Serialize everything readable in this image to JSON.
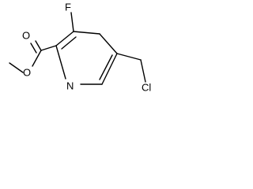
{
  "structure": {
    "atoms": {
      "fluorine": "F",
      "ring_nitrogen": "N",
      "carbonyl_oxygen": "O",
      "ester_oxygen": "O",
      "chlorine": "Cl"
    },
    "colors": {
      "bond": "#000000",
      "label": "#000000",
      "background": "#ffffff"
    }
  }
}
